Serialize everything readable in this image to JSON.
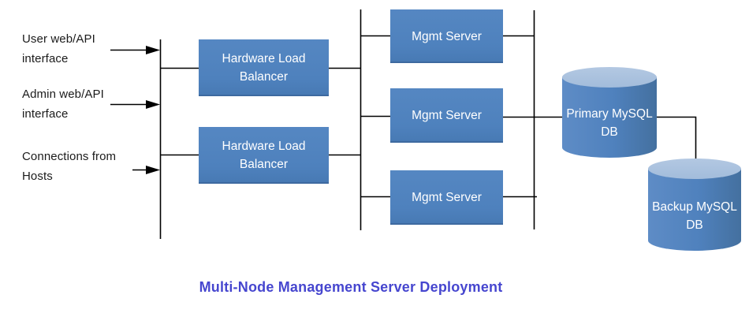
{
  "title": "Multi-Node Management Server Deployment",
  "inputs": [
    {
      "label": "User web/API interface"
    },
    {
      "label": "Admin web/API interface"
    },
    {
      "label": "Connections from Hosts"
    }
  ],
  "load_balancers": [
    {
      "label": "Hardware Load Balancer"
    },
    {
      "label": "Hardware Load Balancer"
    }
  ],
  "mgmt_servers": [
    {
      "label": "Mgmt Server"
    },
    {
      "label": "Mgmt Server"
    },
    {
      "label": "Mgmt Server"
    }
  ],
  "databases": [
    {
      "label": "Primary MySQL DB"
    },
    {
      "label": "Backup MySQL DB"
    }
  ],
  "colors": {
    "node_fill": "#4f81bd",
    "cylinder_top": "#a9c1de",
    "node_text": "#ffffff",
    "line": "#000000",
    "title_text": "#4646cf",
    "label_text": "#1b1b1b"
  }
}
